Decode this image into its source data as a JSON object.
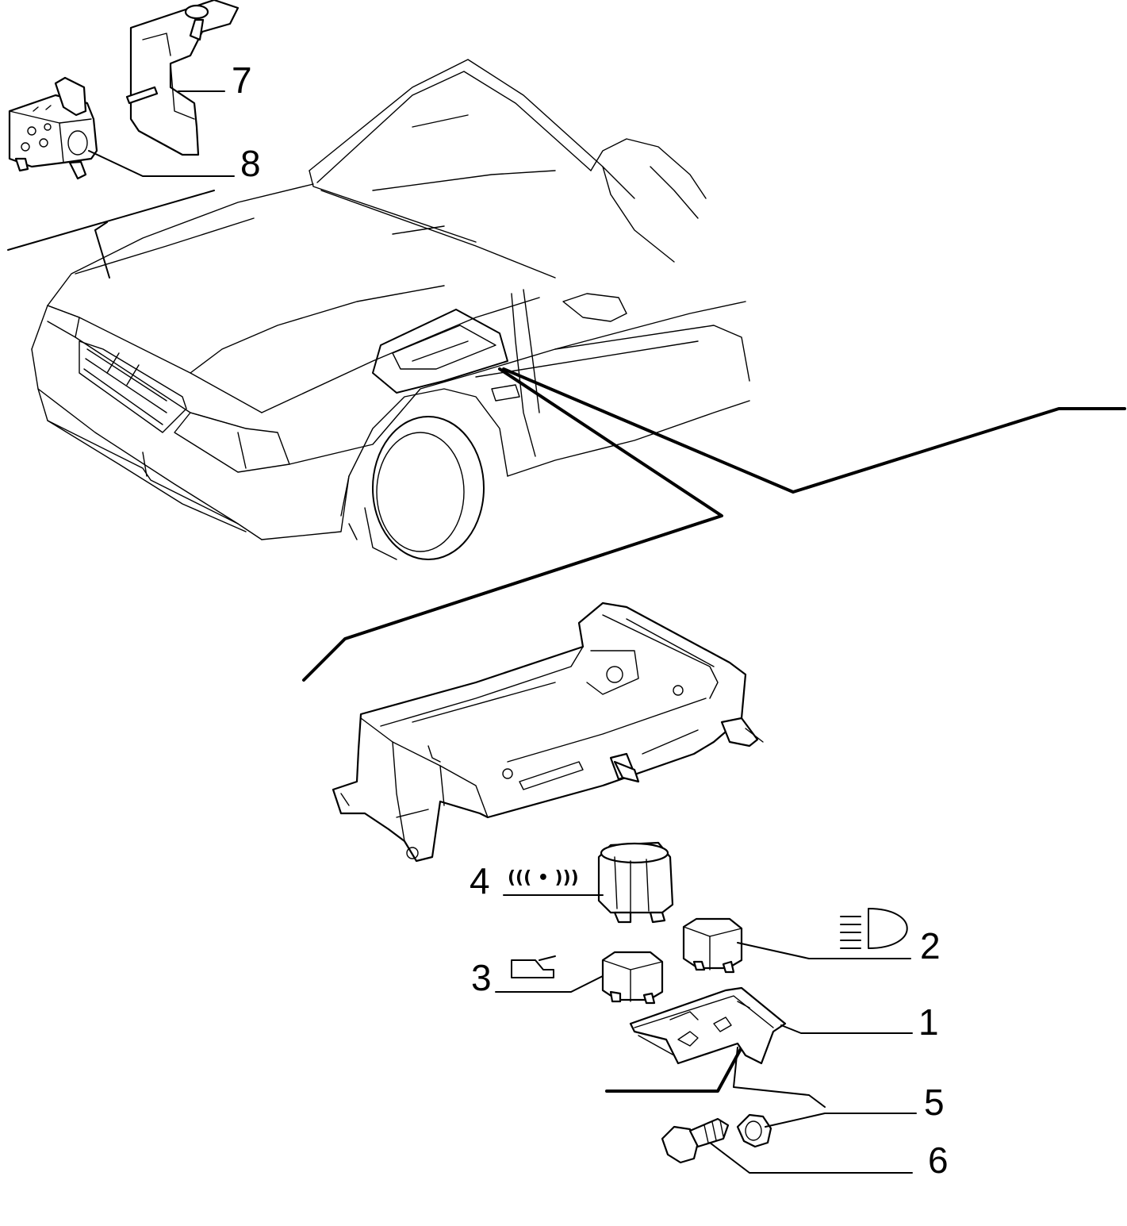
{
  "callouts": [
    {
      "id": "1",
      "label": "1"
    },
    {
      "id": "2",
      "label": "2"
    },
    {
      "id": "3",
      "label": "3"
    },
    {
      "id": "4",
      "label": "4"
    },
    {
      "id": "5",
      "label": "5"
    },
    {
      "id": "6",
      "label": "6"
    },
    {
      "id": "7",
      "label": "7"
    },
    {
      "id": "8",
      "label": "8"
    }
  ],
  "symbols": {
    "hazard": "((( • )))"
  },
  "icons": [
    "headlight-icon",
    "horn-relay-icon",
    "hazard-flasher-icon"
  ],
  "colors": {
    "line": "#000000",
    "background": "#ffffff"
  }
}
